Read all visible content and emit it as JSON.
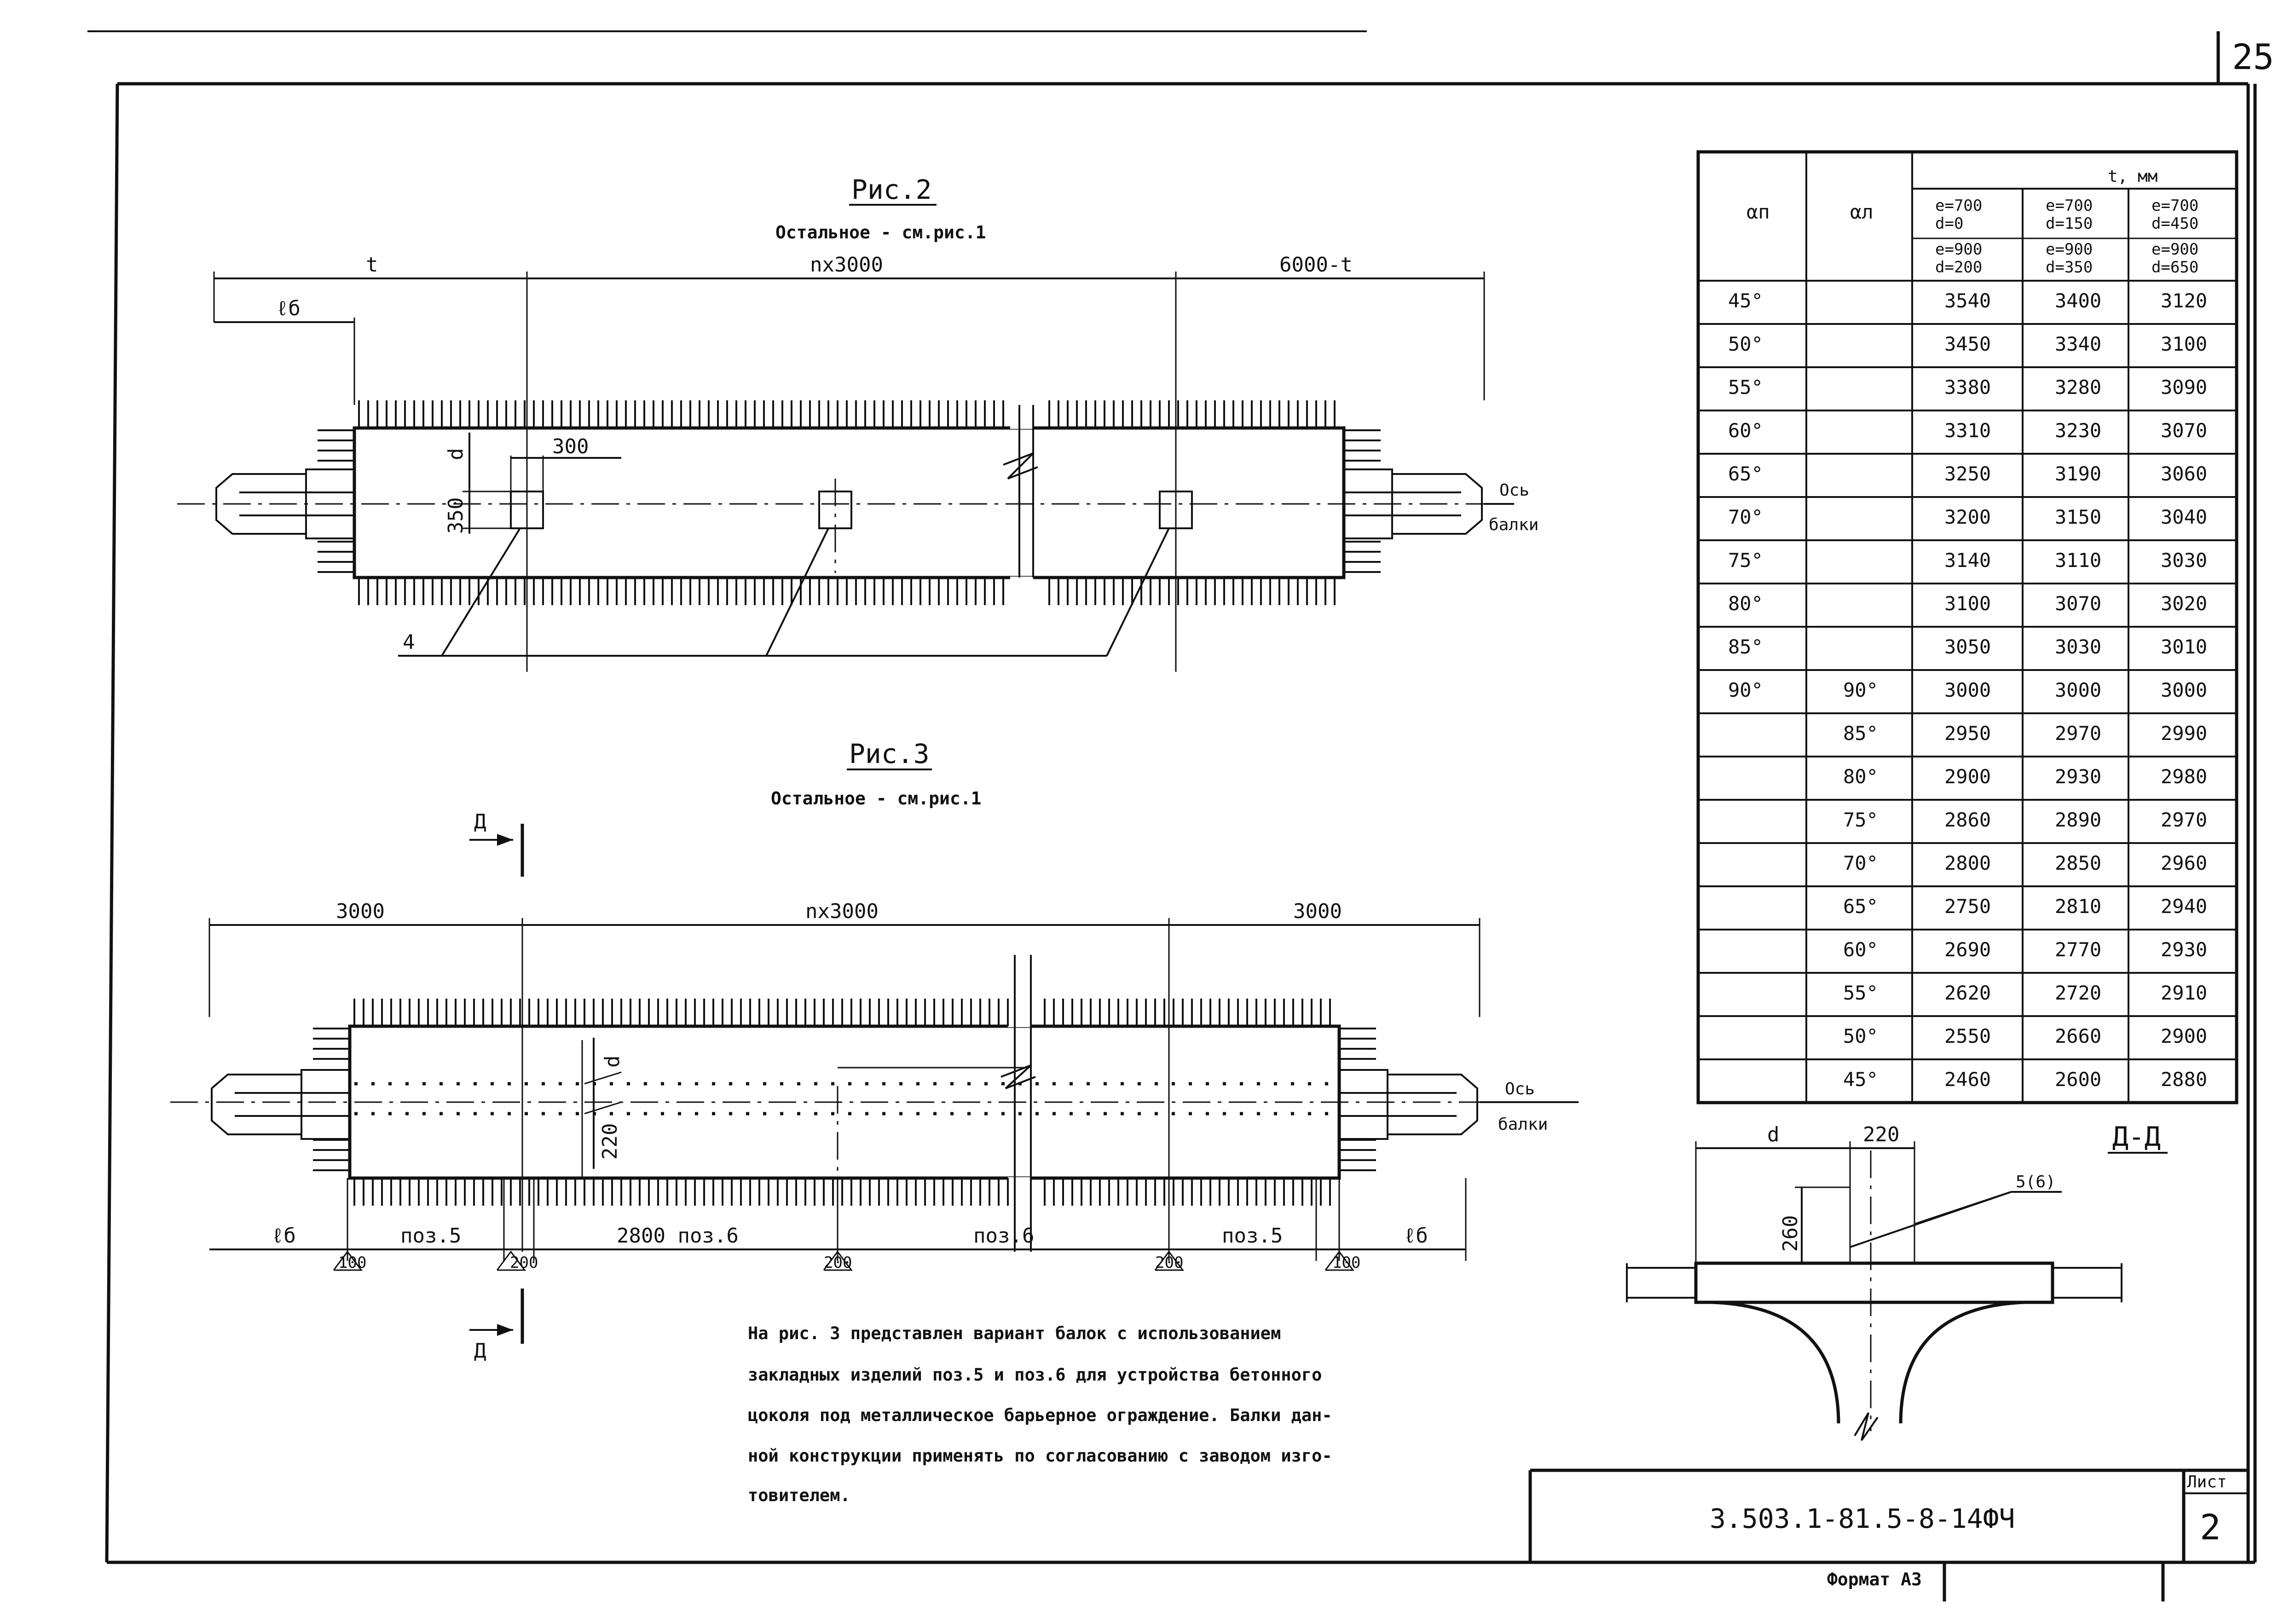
{
  "page_number": "25",
  "fig2": {
    "caption": "Рис.2",
    "subcaption": "Остальное - см.рис.1",
    "dim_t": "t",
    "dim_span": "nx3000",
    "dim_right": "6000-t",
    "dim_lb": "ℓб",
    "dim_300": "300",
    "dim_d": "d",
    "dim_350": "350",
    "leader_4": "4",
    "axis_label_1": "Ось",
    "axis_label_2": "балки"
  },
  "fig3": {
    "caption": "Рис.3",
    "subcaption": "Остальное - см.рис.1",
    "section_mark": "Д",
    "dim_left": "3000",
    "dim_span": "nx3000",
    "dim_right": "3000",
    "dim_d": "d",
    "dim_220": "220",
    "axis_label_1": "Ось",
    "axis_label_2": "балки",
    "bottom": {
      "lb_left": "ℓб",
      "pos5_left": "поз.5",
      "mid": "2800 поз.6",
      "pos6": "поз.6",
      "pos5_right": "поз.5",
      "lb_right": "ℓб",
      "m100_left": "100",
      "m200_1": "200",
      "m200_2": "200",
      "m200_3": "200",
      "m100_right": "100"
    }
  },
  "table": {
    "col1_header": "αп",
    "col2_header": "αл",
    "group_header": "t, мм",
    "sub_headers": [
      {
        "top": [
          "e=700",
          "d=0"
        ],
        "bottom": [
          "e=900",
          "d=200"
        ]
      },
      {
        "top": [
          "e=700",
          "d=150"
        ],
        "bottom": [
          "e=900",
          "d=350"
        ]
      },
      {
        "top": [
          "e=700",
          "d=450"
        ],
        "bottom": [
          "e=900",
          "d=650"
        ]
      }
    ],
    "rows": [
      {
        "ap": "45°",
        "al": "",
        "v": [
          "3540",
          "3400",
          "3120"
        ]
      },
      {
        "ap": "50°",
        "al": "",
        "v": [
          "3450",
          "3340",
          "3100"
        ]
      },
      {
        "ap": "55°",
        "al": "",
        "v": [
          "3380",
          "3280",
          "3090"
        ]
      },
      {
        "ap": "60°",
        "al": "",
        "v": [
          "3310",
          "3230",
          "3070"
        ]
      },
      {
        "ap": "65°",
        "al": "",
        "v": [
          "3250",
          "3190",
          "3060"
        ]
      },
      {
        "ap": "70°",
        "al": "",
        "v": [
          "3200",
          "3150",
          "3040"
        ]
      },
      {
        "ap": "75°",
        "al": "",
        "v": [
          "3140",
          "3110",
          "3030"
        ]
      },
      {
        "ap": "80°",
        "al": "",
        "v": [
          "3100",
          "3070",
          "3020"
        ]
      },
      {
        "ap": "85°",
        "al": "",
        "v": [
          "3050",
          "3030",
          "3010"
        ]
      },
      {
        "ap": "90°",
        "al": "90°",
        "v": [
          "3000",
          "3000",
          "3000"
        ]
      },
      {
        "ap": "",
        "al": "85°",
        "v": [
          "2950",
          "2970",
          "2990"
        ]
      },
      {
        "ap": "",
        "al": "80°",
        "v": [
          "2900",
          "2930",
          "2980"
        ]
      },
      {
        "ap": "",
        "al": "75°",
        "v": [
          "2860",
          "2890",
          "2970"
        ]
      },
      {
        "ap": "",
        "al": "70°",
        "v": [
          "2800",
          "2850",
          "2960"
        ]
      },
      {
        "ap": "",
        "al": "65°",
        "v": [
          "2750",
          "2810",
          "2940"
        ]
      },
      {
        "ap": "",
        "al": "60°",
        "v": [
          "2690",
          "2770",
          "2930"
        ]
      },
      {
        "ap": "",
        "al": "55°",
        "v": [
          "2620",
          "2720",
          "2910"
        ]
      },
      {
        "ap": "",
        "al": "50°",
        "v": [
          "2550",
          "2660",
          "2900"
        ]
      },
      {
        "ap": "",
        "al": "45°",
        "v": [
          "2460",
          "2600",
          "2880"
        ]
      }
    ]
  },
  "section": {
    "title": "Д-Д",
    "dim_d": "d",
    "dim_220": "220",
    "dim_260": "260",
    "leader": "5(6)"
  },
  "note": {
    "lines": [
      "На рис. 3 представлен вариант балок с использованием",
      "закладных изделий поз.5 и поз.6 для устройства бетонного",
      "цоколя под металлическое барьерное ограждение. Балки дан-",
      "ной конструкции применять по согласованию с заводом изго-",
      "товителем."
    ]
  },
  "title_block": {
    "code": "3.503.1-81.5-8-14ФЧ",
    "sheet_label": "Лист",
    "sheet_number": "2",
    "format": "Формат А3"
  }
}
